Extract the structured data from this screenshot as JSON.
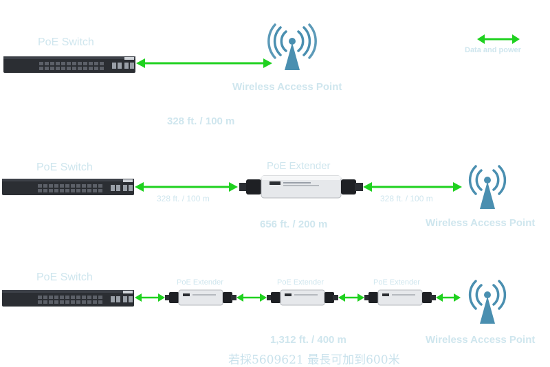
{
  "legend": {
    "label": "Data and power",
    "arrow_color": "#1fd11f"
  },
  "rows": [
    {
      "switch_label": "PoE Switch",
      "ap_label": "Wireless Access Point",
      "distance": "328 ft. / 100 m"
    },
    {
      "switch_label": "PoE Switch",
      "extender_label": "PoE Extender",
      "segment_left": "328 ft. / 100 m",
      "segment_right": "328 ft. / 100 m",
      "distance": "656 ft. / 200 m",
      "ap_label": "Wireless Access Point"
    },
    {
      "switch_label": "PoE Switch",
      "extender_labels": [
        "PoE Extender",
        "PoE Extender",
        "PoE Extender"
      ],
      "distance": "1,312 ft. / 400 m",
      "ap_label": "Wireless Access Point"
    }
  ],
  "footer": "若採5609621  最長可加到600米",
  "colors": {
    "label": "#cfe6ee",
    "arrow": "#1fd11f",
    "antenna": "#4a8fb0",
    "switch": "#2b2e33"
  }
}
